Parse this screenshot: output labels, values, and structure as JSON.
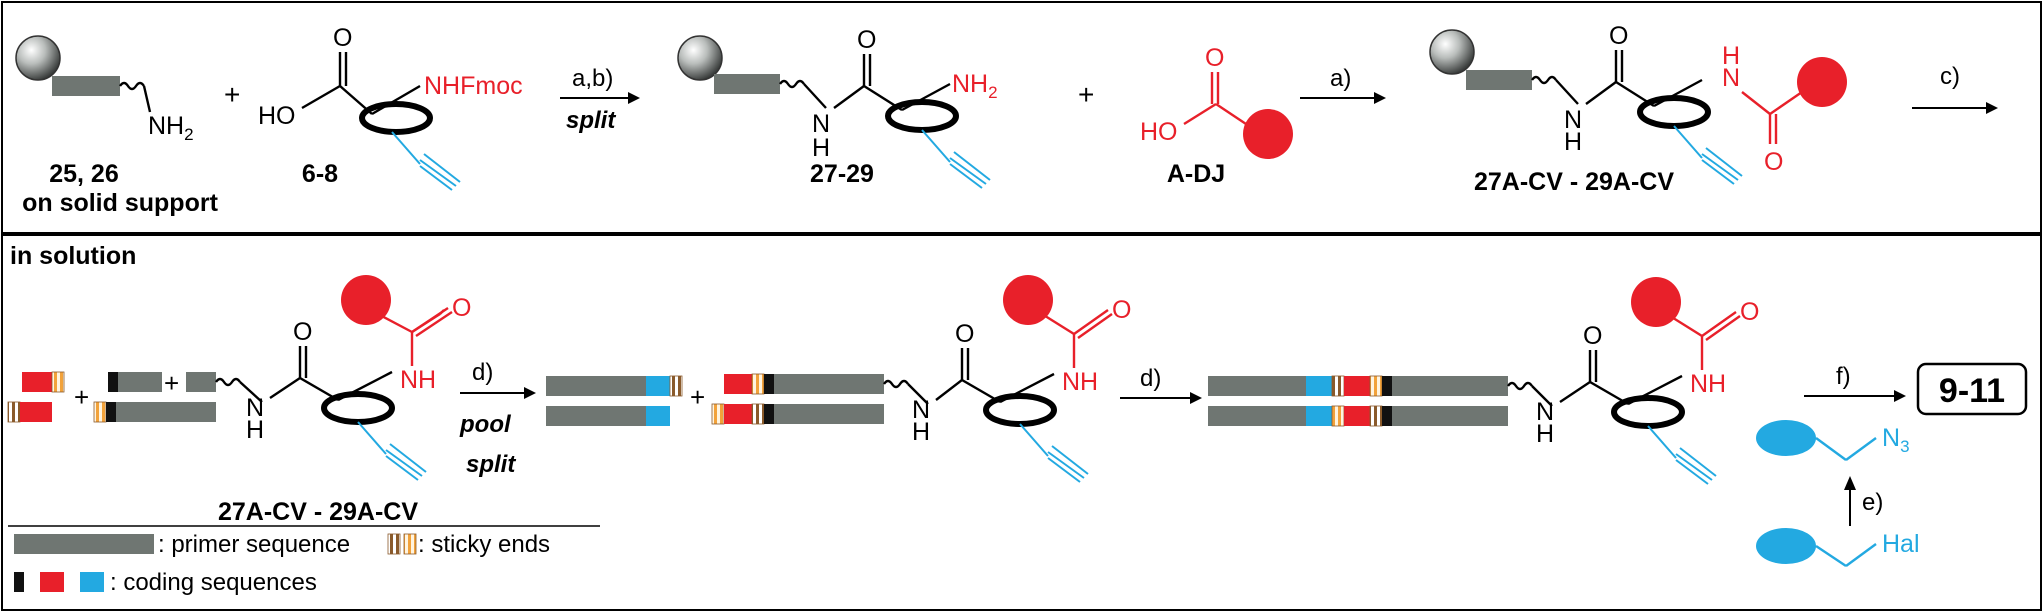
{
  "colors": {
    "primer": "#6f7672",
    "red": "#e8202a",
    "cyan": "#23a9e1",
    "black": "#111111",
    "sticky_brown": "#8a5a2b",
    "sticky_orange": "#f2a23a"
  },
  "top": {
    "compound1": {
      "label": "25, 26",
      "sublabel": "on solid support",
      "group": "NH",
      "sub": "2"
    },
    "plus1": "+",
    "compound2": {
      "label": "6-8",
      "o": "O",
      "ho": "HO",
      "nhfmoc": "NHFmoc"
    },
    "arrow1": {
      "label": "a,b)",
      "sublabel": "split"
    },
    "compound3": {
      "label": "27-29",
      "o": "O",
      "nh": "N",
      "h": "H",
      "nh2": "NH",
      "sub": "2"
    },
    "plus2": "+",
    "compound4": {
      "label": "A-DJ",
      "o": "O",
      "ho": "HO"
    },
    "arrow2": {
      "label": "a)"
    },
    "compound5": {
      "label": "27A-CV - 29A-CV",
      "o": "O",
      "o2": "O",
      "nh": "N",
      "h": "H",
      "hn": "H",
      "hn2": "N"
    },
    "arrow3": {
      "label": "c)"
    }
  },
  "bottom": {
    "section_label": "in solution",
    "plus": "+",
    "compound_label": "27A-CV - 29A-CV",
    "o": "O",
    "n": "N",
    "h": "H",
    "nh": "NH",
    "arrow_d1": {
      "label": "d)",
      "pool": "pool",
      "split": "split"
    },
    "arrow_d2": {
      "label": "d)"
    },
    "arrow_f": {
      "label": "f)"
    },
    "arrow_e": {
      "label": "e)"
    },
    "product": "9-11",
    "azide": "N",
    "azide_sub": "3",
    "hal": "Hal"
  },
  "legend": {
    "primer": ": primer sequence",
    "sticky": ": sticky ends",
    "coding": ": coding sequences"
  }
}
